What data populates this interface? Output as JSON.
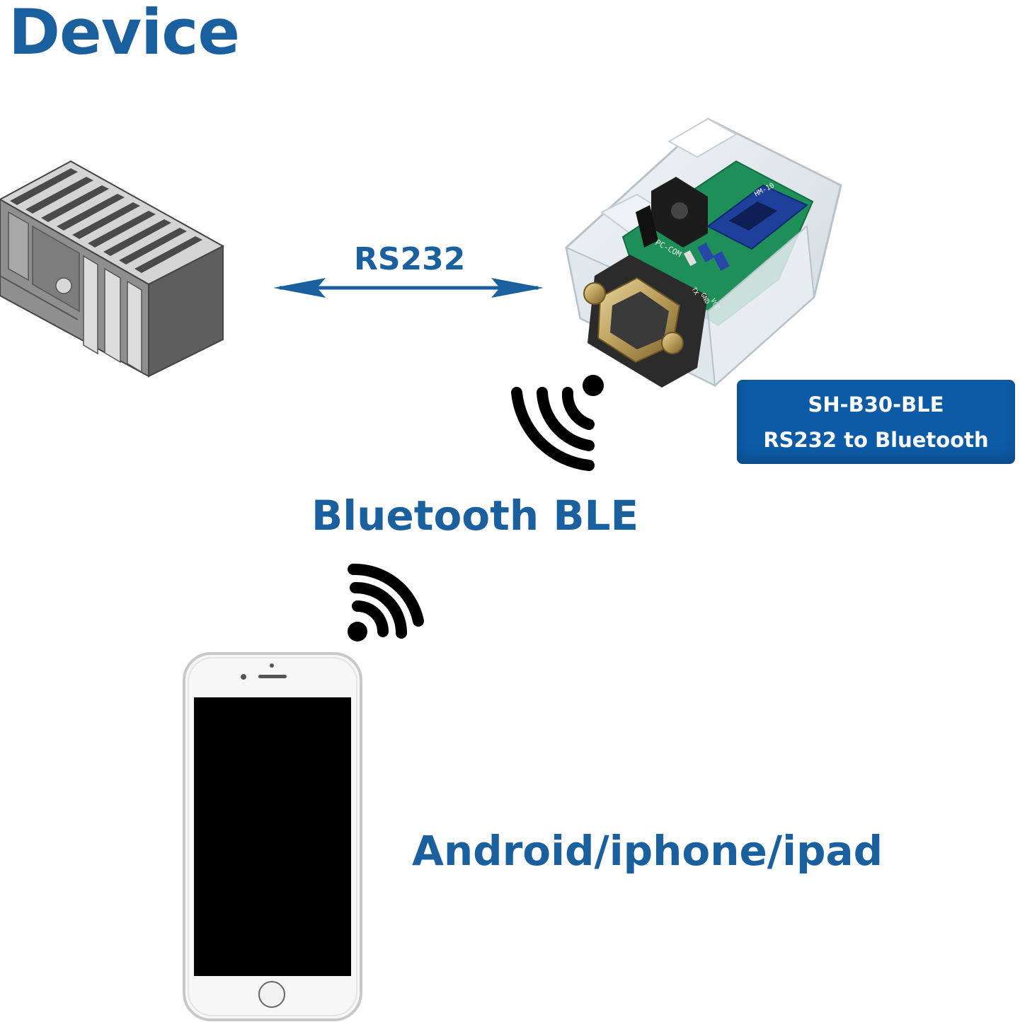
{
  "title": "Device",
  "link_label": "RS232",
  "wireless_label": "Bluetooth BLE",
  "product": {
    "model": "SH-B30-BLE",
    "description": "RS232 to Bluetooth"
  },
  "client_label": "Android/iphone/ipad",
  "pcb_silkscreen": {
    "connector": "PC-COM",
    "module": "HM-10",
    "pins": [
      "VCC",
      "GND",
      "TX"
    ]
  },
  "colors": {
    "accent_text": "#1a5f9e",
    "badge": "#0d5ba6",
    "arrow": "#1a5f9e",
    "signal": "#000000"
  },
  "icons": [
    "plc-device-icon",
    "bluetooth-adapter-icon",
    "wireless-signal-icon",
    "smartphone-icon"
  ]
}
